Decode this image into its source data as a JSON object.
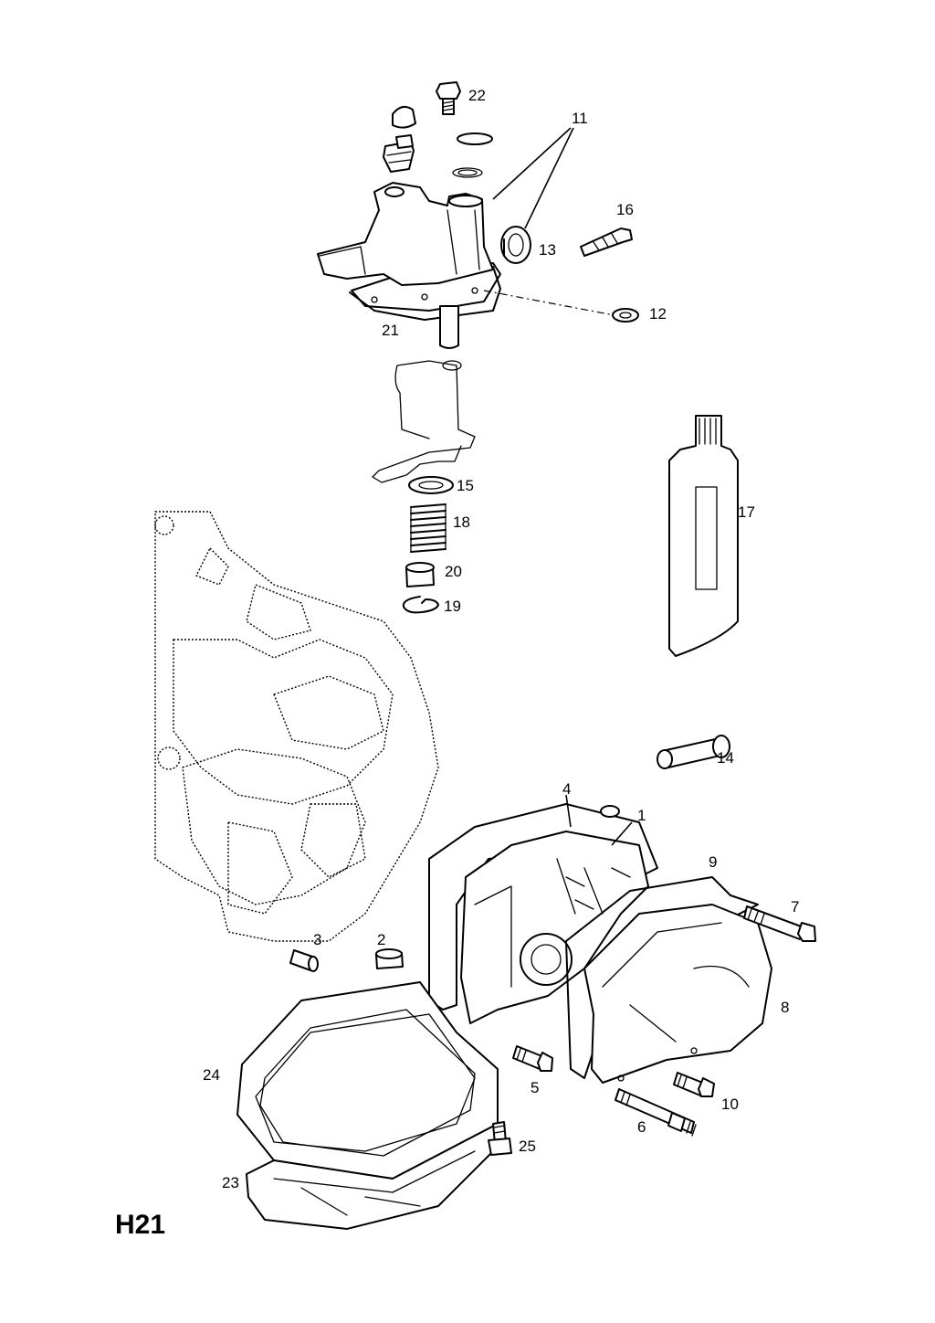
{
  "diagram_code": "H21",
  "callouts": {
    "c1": "1",
    "c2": "2",
    "c3": "3",
    "c4": "4",
    "c5": "5",
    "c6": "6",
    "c7": "7",
    "c8": "8",
    "c9": "9",
    "c10": "10",
    "c11": "11",
    "c12": "12",
    "c13": "13",
    "c14": "14",
    "c15": "15",
    "c16": "16",
    "c17": "17",
    "c18": "18",
    "c19": "19",
    "c20": "20",
    "c21": "21",
    "c22": "22",
    "c23": "23",
    "c24": "24",
    "c25": "25"
  }
}
